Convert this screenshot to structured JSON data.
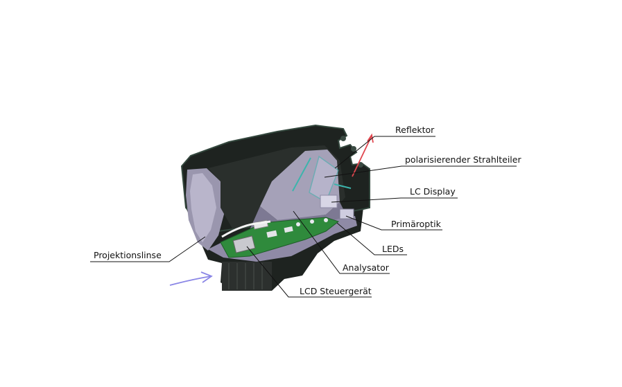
{
  "diagram": {
    "labels": {
      "reflektor": "Reflektor",
      "strahlteiler": "polarisierender Strahlteiler",
      "lc_display": "LC Display",
      "primaeroptik": "Primäroptik",
      "leds": "LEDs",
      "analysator": "Analysator",
      "lcd_steuergeraet": "LCD Steuergerät",
      "projektionslinse": "Projektionslinse"
    },
    "colors": {
      "housing": "#1e2320",
      "housing_edge": "#33473d",
      "interior": "#a5a1b8",
      "pcb": "#2f8a3c",
      "incoming_light": "#8a86e6",
      "outgoing_light": "#e0464e",
      "leader_line": "#111111"
    }
  }
}
